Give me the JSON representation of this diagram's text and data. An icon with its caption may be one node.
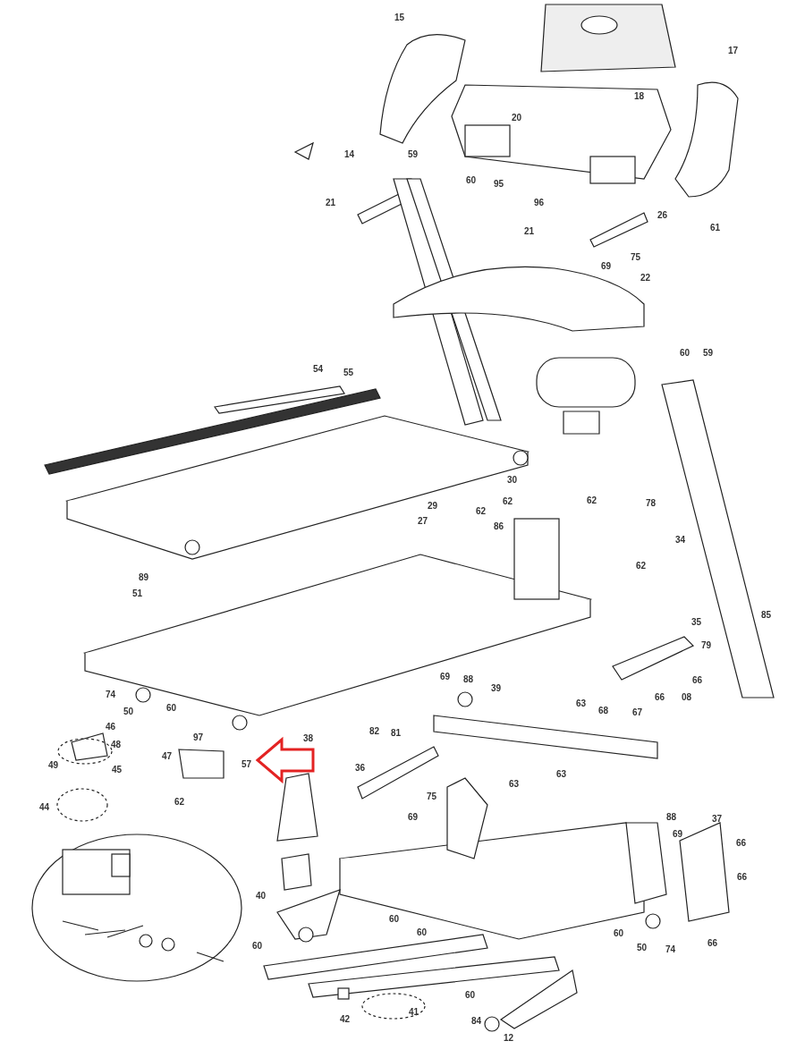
{
  "diagram": {
    "labels": [
      "15",
      "17",
      "18",
      "14",
      "20",
      "59",
      "60",
      "95",
      "96",
      "21",
      "26",
      "61",
      "21",
      "69",
      "75",
      "22",
      "60",
      "59",
      "54",
      "55",
      "30",
      "29",
      "62",
      "62",
      "62",
      "78",
      "27",
      "86",
      "34",
      "62",
      "89",
      "51",
      "85",
      "35",
      "79",
      "69",
      "88",
      "39",
      "66",
      "66",
      "08",
      "74",
      "63",
      "68",
      "67",
      "50",
      "60",
      "46",
      "48",
      "38",
      "97",
      "82",
      "81",
      "57",
      "47",
      "49",
      "45",
      "36",
      "63",
      "44",
      "62",
      "63",
      "75",
      "69",
      "37",
      "88",
      "69",
      "66",
      "40",
      "66",
      "60",
      "60",
      "60",
      "50",
      "74",
      "66",
      "60",
      "60",
      "84",
      "42",
      "41",
      "12"
    ]
  }
}
